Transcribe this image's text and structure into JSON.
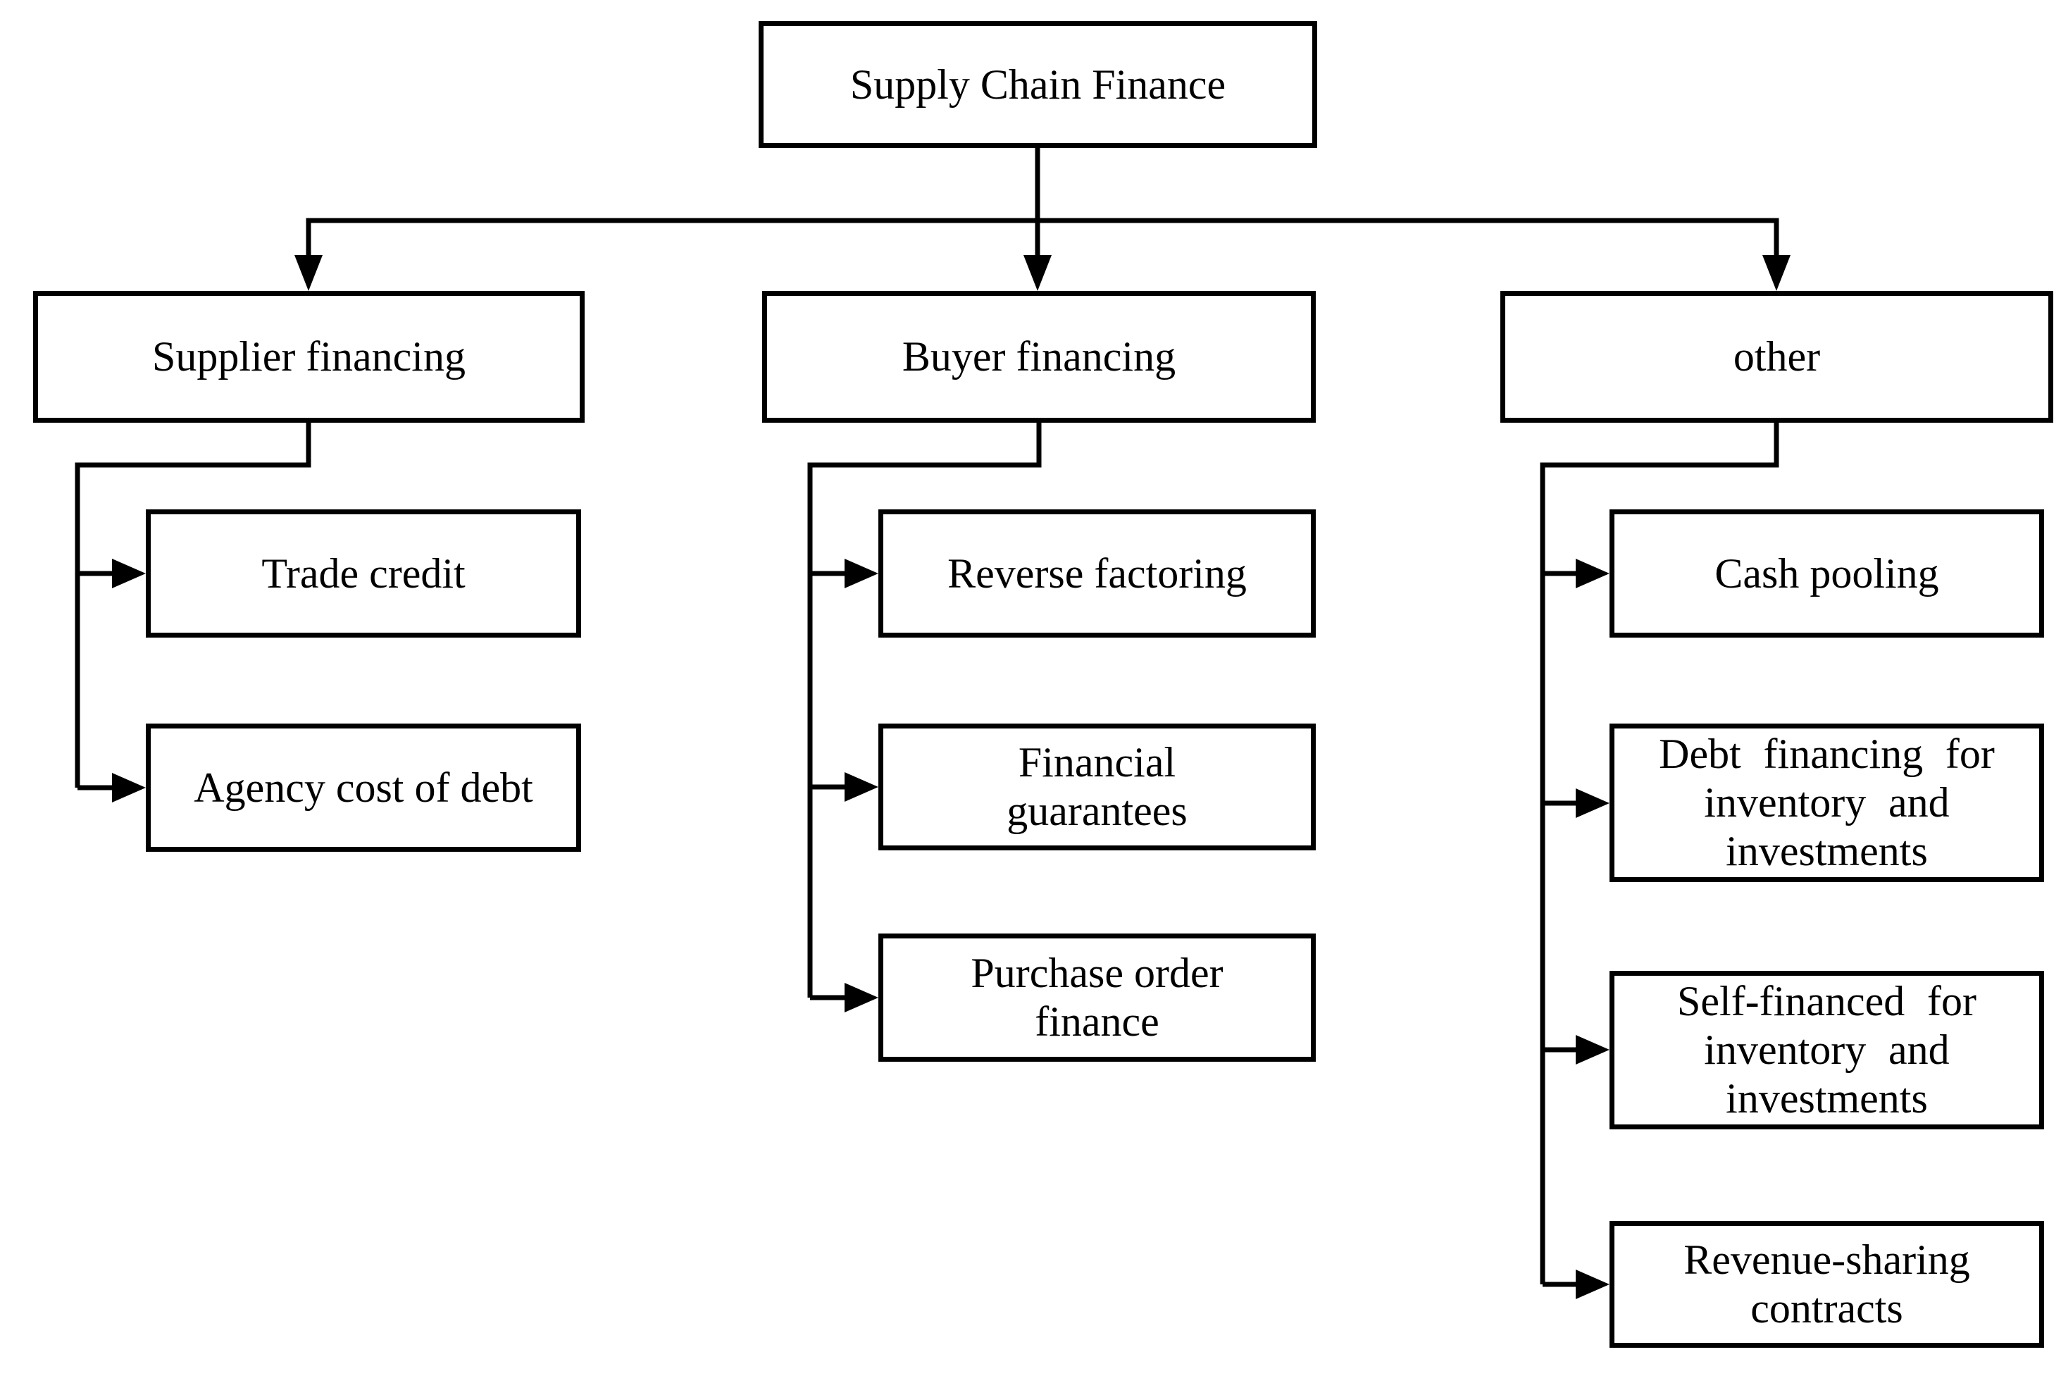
{
  "diagram": {
    "nodes": {
      "root": {
        "label": "Supply Chain Finance"
      },
      "supplier": {
        "label": "Supplier financing"
      },
      "buyer": {
        "label": "Buyer financing"
      },
      "other": {
        "label": "other"
      },
      "trade": {
        "label": "Trade credit"
      },
      "agency": {
        "label": "Agency cost of debt"
      },
      "reverse": {
        "label": "Reverse factoring"
      },
      "financial": {
        "label": "Financial\nguarantees"
      },
      "purchase": {
        "label": "Purchase order\nfinance"
      },
      "cash": {
        "label": "Cash pooling"
      },
      "debt": {
        "label": "Debt financing for\ninventory and\ninvestments"
      },
      "self": {
        "label": "Self-financed for\ninventory and\ninvestments"
      },
      "revenue": {
        "label": "Revenue-sharing\ncontracts"
      }
    },
    "edges": [
      {
        "from": "Supply Chain Finance",
        "to": "Supplier financing"
      },
      {
        "from": "Supply Chain Finance",
        "to": "Buyer financing"
      },
      {
        "from": "Supply Chain Finance",
        "to": "other"
      },
      {
        "from": "Supplier financing",
        "to": "Trade credit"
      },
      {
        "from": "Supplier financing",
        "to": "Agency cost of debt"
      },
      {
        "from": "Buyer financing",
        "to": "Reverse factoring"
      },
      {
        "from": "Buyer financing",
        "to": "Financial guarantees"
      },
      {
        "from": "Buyer financing",
        "to": "Purchase order finance"
      },
      {
        "from": "other",
        "to": "Cash pooling"
      },
      {
        "from": "other",
        "to": "Debt financing for inventory and investments"
      },
      {
        "from": "other",
        "to": "Self-financed for inventory and investments"
      },
      {
        "from": "other",
        "to": "Revenue-sharing contracts"
      }
    ],
    "colors": {
      "stroke": "#000000",
      "background": "#ffffff",
      "box_fill": "#ffffff"
    }
  }
}
